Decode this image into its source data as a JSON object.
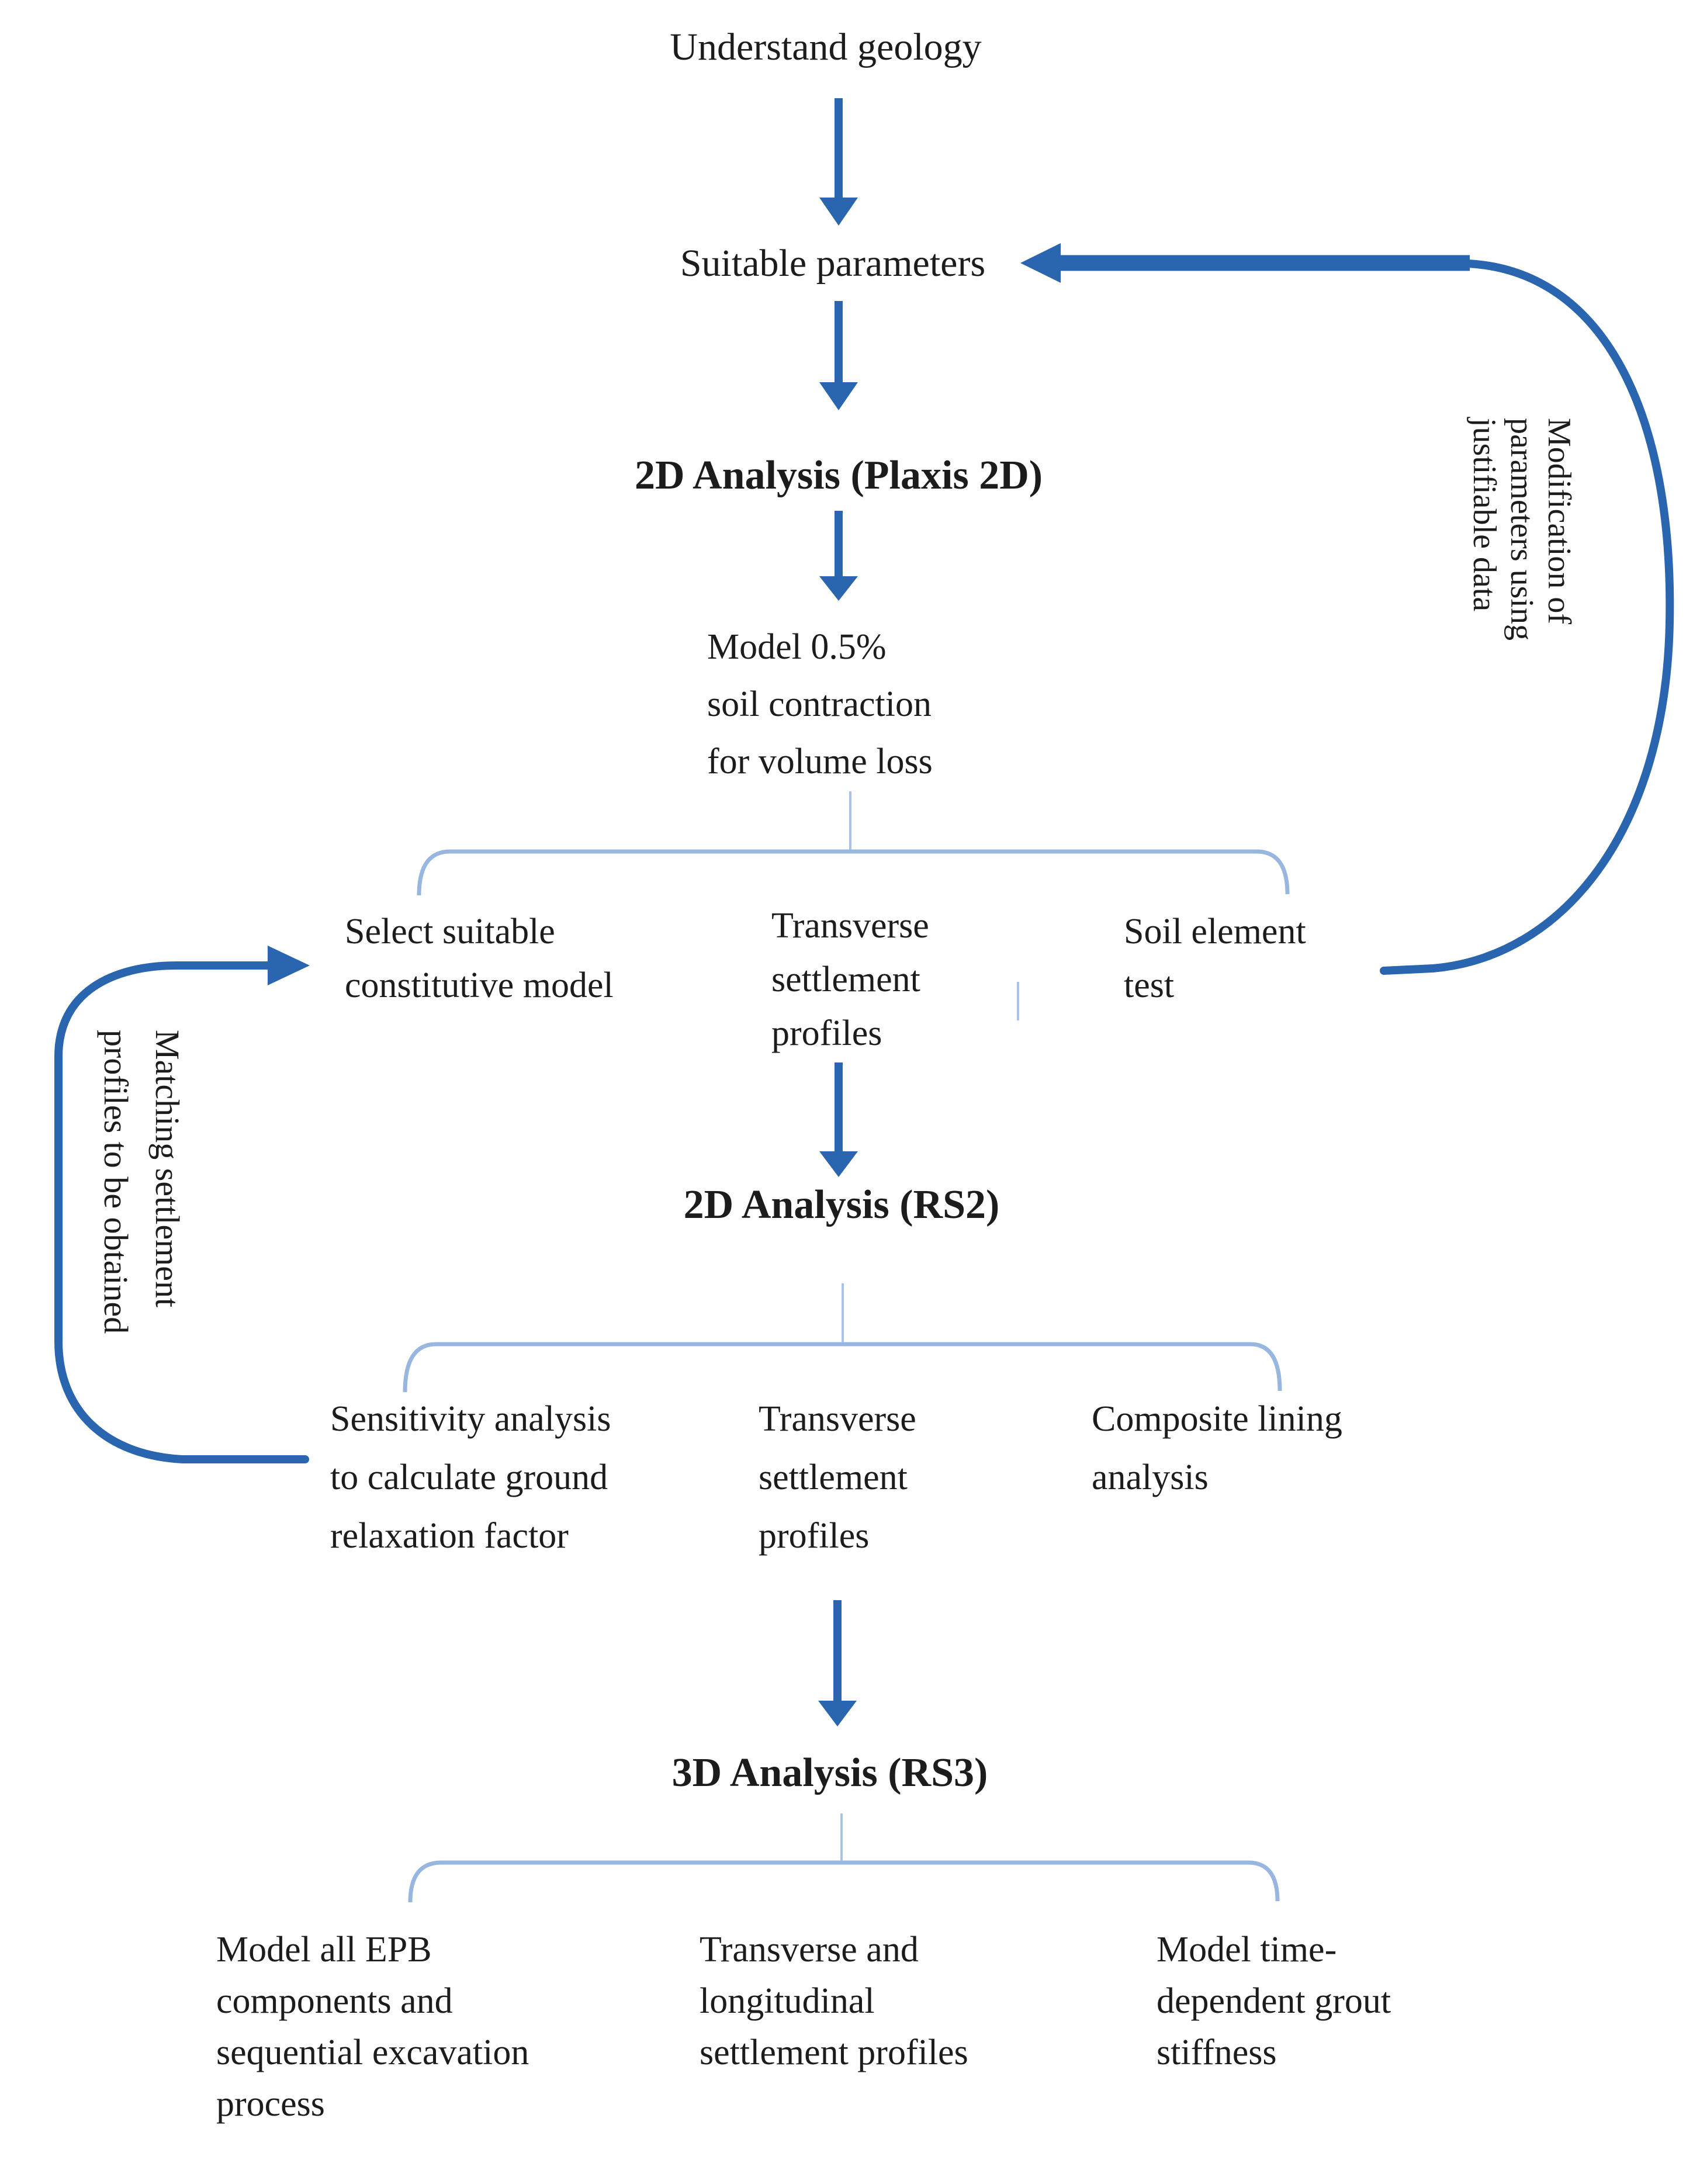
{
  "diagram": {
    "type": "flowchart",
    "description": "Numerical modelling workflow from geology to 3D analysis",
    "nodes": {
      "understand_geology": "Understand geology",
      "suitable_parameters": "Suitable parameters",
      "analysis_2d_plaxis": "2D Analysis (Plaxis 2D)",
      "model_contraction": "Model 0.5%\nsoil contraction\nfor volume loss",
      "select_model": "Select suitable\nconstitutive model",
      "transverse_profiles_1": "Transverse\nsettlement\nprofiles",
      "soil_element_test": "Soil element\ntest",
      "analysis_2d_rs2": "2D Analysis (RS2)",
      "sensitivity_analysis": "Sensitivity analysis\nto calculate ground\nrelaxation factor",
      "transverse_profiles_2": "Transverse\nsettlement\nprofiles",
      "composite_lining": "Composite lining\nanalysis",
      "analysis_3d_rs3": "3D Analysis (RS3)",
      "model_epb": "Model all EPB\ncomponents and\nsequential excavation\nprocess",
      "transverse_longitudinal": "Transverse and\nlongitudinal\nsettlement profiles",
      "grout_stiffness": "Model time-\ndependent grout\nstiffness"
    },
    "feedback_loops": {
      "right_label": "Modification of\nparameters using\njustifiable data",
      "left_label": "Matching settlement\nprofiles to be obtained"
    },
    "edges": [
      "Understand geology -> Suitable parameters",
      "Suitable parameters -> 2D Analysis (Plaxis 2D)",
      "2D Analysis (Plaxis 2D) -> Model 0.5% soil contraction for volume loss",
      "Model 0.5% soil contraction for volume loss -> {Select suitable constitutive model, Transverse settlement profiles, Soil element test}",
      "Transverse settlement profiles -> 2D Analysis (RS2)",
      "2D Analysis (RS2) -> {Sensitivity analysis to calculate ground relaxation factor, Transverse settlement profiles, Composite lining analysis}",
      "Transverse settlement profiles -> 3D Analysis (RS3)",
      "3D Analysis (RS3) -> {Model all EPB components and sequential excavation process, Transverse and longitudinal settlement profiles, Model time-dependent grout stiffness}",
      "Soil element test -> Suitable parameters (Modification of parameters using justifiable data)",
      "Sensitivity analysis -> Select suitable constitutive model (Matching settlement profiles to be obtained)"
    ],
    "colors": {
      "arrow_blue": "#2a65b0",
      "brace_blue": "#97b6e0",
      "text": "#1c1c1c",
      "background": "#ffffff"
    }
  }
}
